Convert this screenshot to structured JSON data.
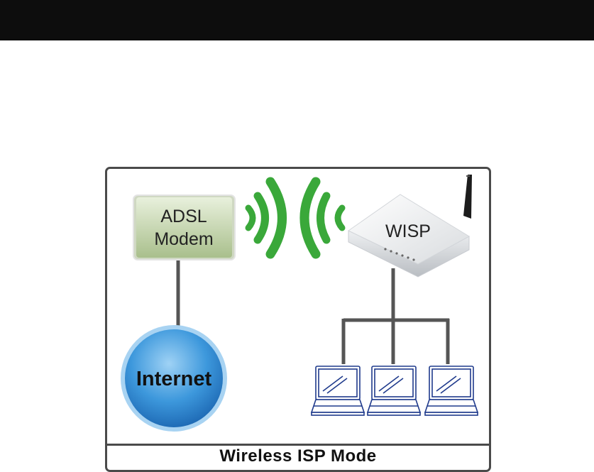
{
  "diagram": {
    "modem_label_line1": "ADSL",
    "modem_label_line2": "Modem",
    "internet_label": "Internet",
    "router_label": "WISP",
    "caption": "Wireless ISP Mode"
  },
  "colors": {
    "top_bar": "#0d0d0d",
    "frame_border": "#4a4a4a",
    "modem_fill": "#c5d5ae",
    "internet_fill": "#3f9fe0",
    "wifi_green": "#3aa83a",
    "cable": "#555555",
    "laptop_blue": "#1f3a8c"
  },
  "icons": {
    "wifi": "wifi-waves-icon",
    "router": "router-icon",
    "laptop": "laptop-icon"
  }
}
